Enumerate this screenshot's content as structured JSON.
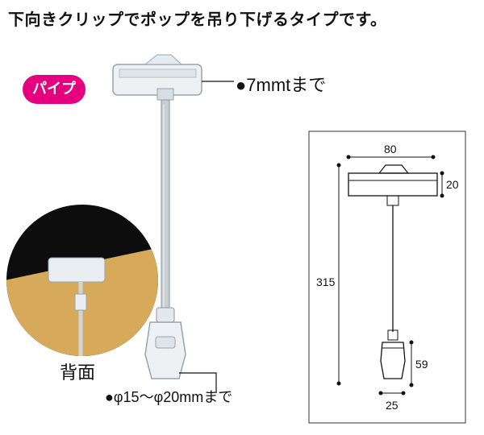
{
  "title": "下向きクリップでポップを吊り下げるタイプです。",
  "badge": "パイプ",
  "callout_top": "●7mmtまで",
  "callout_bottom": "●φ15〜φ20mmまで",
  "back_label": "背面",
  "dimensions": {
    "width_top": "80",
    "height_top": "20",
    "total_height": "315",
    "clip_height": "59",
    "clip_width": "25"
  },
  "colors": {
    "badge": "#e4007f",
    "photo_bg": "#0d0d0d",
    "card": "#d7a95a"
  }
}
